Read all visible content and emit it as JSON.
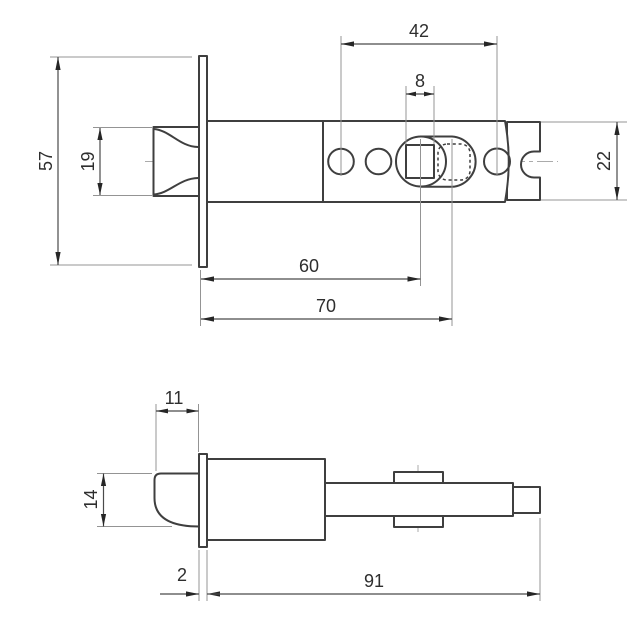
{
  "drawing": {
    "subject": "tubular door latch (lock bolt) dimensioned technical drawing, two orthographic views",
    "units": "mm",
    "dims": {
      "faceplate_height": "57",
      "bolt_width": "19",
      "hole_spacing": "42",
      "spindle_hole_width": "8",
      "tail_height": "22",
      "backset_extended": "60",
      "backset_retracted": "70",
      "bolt_projection": "11",
      "bolt_thickness": "14",
      "faceplate_thickness": "2",
      "body_length": "91"
    },
    "colors": {
      "outline": "#3f3f3f",
      "dimension_text": "#2e2e2e",
      "extension_line": "#949494",
      "centerline": "#ababab",
      "background": "#ffffff"
    }
  }
}
